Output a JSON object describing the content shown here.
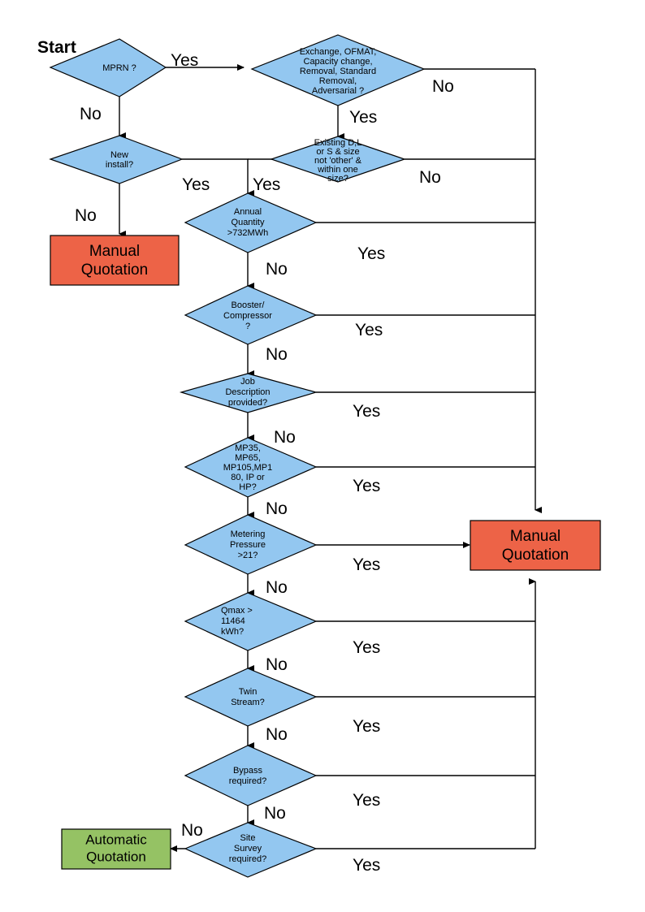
{
  "diagram": {
    "title_label": "Start",
    "colors": {
      "decision_fill": "#93C7F0",
      "manual_fill": "#ED6347",
      "automatic_fill": "#95C264",
      "outline": "#000000",
      "background": "#FFFFFF"
    },
    "nodes": [
      {
        "id": "mprn",
        "type": "decision",
        "lines": [
          "MPRN ?"
        ]
      },
      {
        "id": "exchange",
        "type": "decision",
        "lines": [
          "Exchange, OFMAT,",
          "Capacity change,",
          "Removal, Standard",
          "Removal,",
          "Adversarial ?"
        ]
      },
      {
        "id": "new_install",
        "type": "decision",
        "lines": [
          "New",
          "install?"
        ]
      },
      {
        "id": "existing",
        "type": "decision",
        "lines": [
          "Existing D,L",
          "or S & size",
          "not 'other' &",
          "within one",
          "size?"
        ]
      },
      {
        "id": "annual",
        "type": "decision",
        "lines": [
          "Annual",
          "Quantity",
          ">732MWh"
        ]
      },
      {
        "id": "booster",
        "type": "decision",
        "lines": [
          "Booster/",
          "Compressor",
          "?"
        ]
      },
      {
        "id": "jobdesc",
        "type": "decision",
        "lines": [
          "Job",
          "Description",
          "provided?"
        ]
      },
      {
        "id": "mpclass",
        "type": "decision",
        "lines": [
          "MP35,",
          "MP65,",
          "MP105,MP1",
          "80, IP or",
          "HP?"
        ]
      },
      {
        "id": "metering",
        "type": "decision",
        "lines": [
          "Metering",
          "Pressure",
          ">21?"
        ]
      },
      {
        "id": "qmax",
        "type": "decision",
        "lines": [
          "Qmax >",
          "11464",
          "kWh?"
        ]
      },
      {
        "id": "twin",
        "type": "decision",
        "lines": [
          "Twin",
          "Stream?"
        ]
      },
      {
        "id": "bypass",
        "type": "decision",
        "lines": [
          "Bypass",
          "required?"
        ]
      },
      {
        "id": "site",
        "type": "decision",
        "lines": [
          "Site",
          "Survey",
          "required?"
        ]
      },
      {
        "id": "manual_left",
        "type": "terminal-manual",
        "lines": [
          "Manual",
          "Quotation"
        ]
      },
      {
        "id": "manual_right",
        "type": "terminal-manual",
        "lines": [
          "Manual",
          "Quotation"
        ]
      },
      {
        "id": "automatic",
        "type": "terminal-automatic",
        "lines": [
          "Automatic",
          "Quotation"
        ]
      }
    ],
    "edge_labels": {
      "mprn_yes": "Yes",
      "mprn_no": "No",
      "exchange_no": "No",
      "exchange_yes": "Yes",
      "new_install_yes": "Yes",
      "new_install_no": "No",
      "existing_no": "No",
      "existing_yes": "Yes",
      "annual_yes": "Yes",
      "annual_no": "No",
      "booster_yes": "Yes",
      "booster_no": "No",
      "jobdesc_yes": "Yes",
      "jobdesc_no": "No",
      "mpclass_yes": "Yes",
      "mpclass_no": "No",
      "metering_yes": "Yes",
      "metering_no": "No",
      "qmax_yes": "Yes",
      "qmax_no": "No",
      "twin_yes": "Yes",
      "twin_no": "No",
      "bypass_yes": "Yes",
      "bypass_no": "No",
      "site_yes": "Yes",
      "site_no": "No",
      "site_no_left": "No"
    }
  }
}
